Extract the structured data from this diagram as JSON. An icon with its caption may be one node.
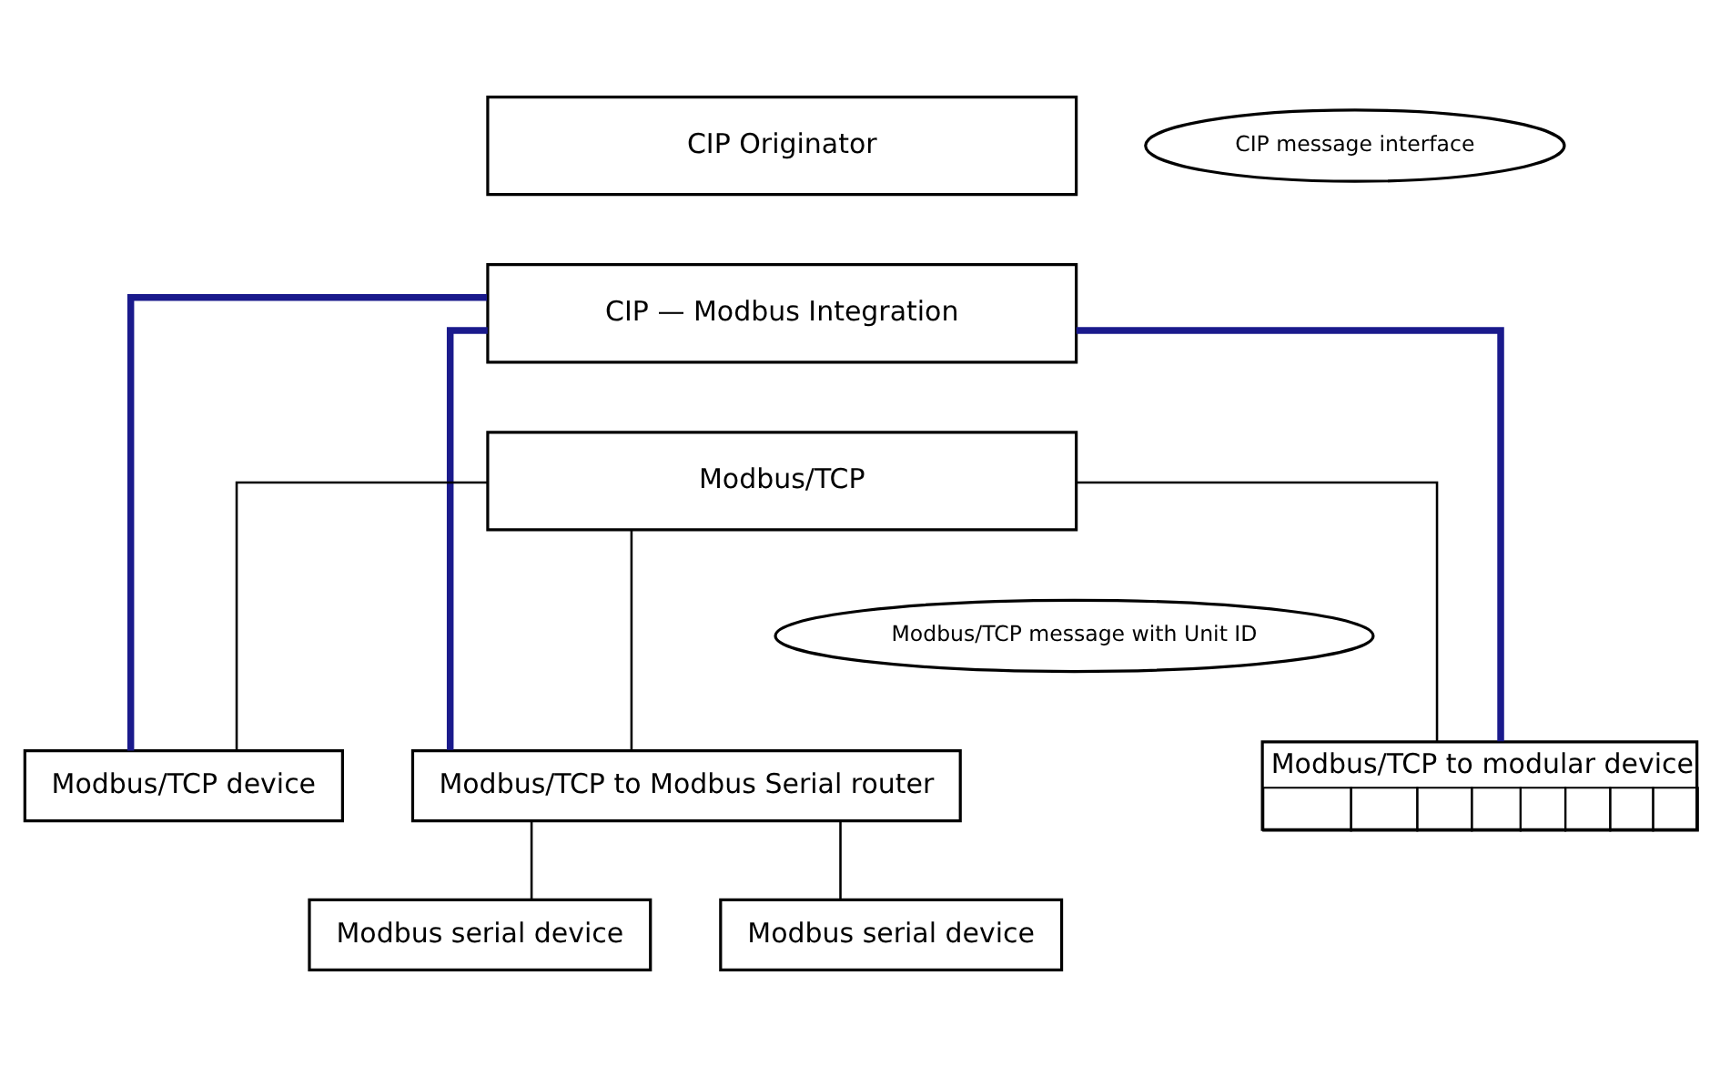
{
  "diagram": {
    "nodes": [
      {
        "text": [
          "CIP Originator"
        ]
      },
      {
        "text": [
          "CIP — Modbus Integration"
        ]
      },
      {
        "text": [
          "Modbus/TCP"
        ]
      },
      {
        "text": [
          "CIP message interface"
        ]
      },
      {
        "text": [
          "Modbus/TCP device"
        ]
      },
      {
        "text": [
          "Modbus/TCP to modular device"
        ]
      },
      {
        "text": [
          "Modbus/TCP message with Unit ID"
        ]
      },
      {
        "text": [
          "Modbus/TCP to Modbus Serial router"
        ]
      },
      {
        "text": [
          "Modbus serial device"
        ]
      },
      {
        "text": [
          "Modbus serial device"
        ]
      }
    ],
    "edges": [
      {
        "from": 2,
        "to": 4,
        "arrow": "none"
      },
      {
        "from": 2,
        "to": 5,
        "arrow": "none"
      },
      {
        "from": 2,
        "to": 7,
        "arrow": "none"
      },
      {
        "from": 1,
        "to": 4,
        "arrow": "none",
        "style": "thick",
        "color": "#1a1a8c"
      },
      {
        "from": 1,
        "to": 5,
        "arrow": "none",
        "style": "thick",
        "color": "#1a1a8c"
      },
      {
        "from": 1,
        "to": 7,
        "arrow": "none",
        "style": "thick",
        "color": "#1a1a8c"
      },
      {
        "from": 7,
        "to": 8,
        "arrow": "none"
      },
      {
        "from": 7,
        "to": 9,
        "arrow": "none"
      }
    ]
  }
}
